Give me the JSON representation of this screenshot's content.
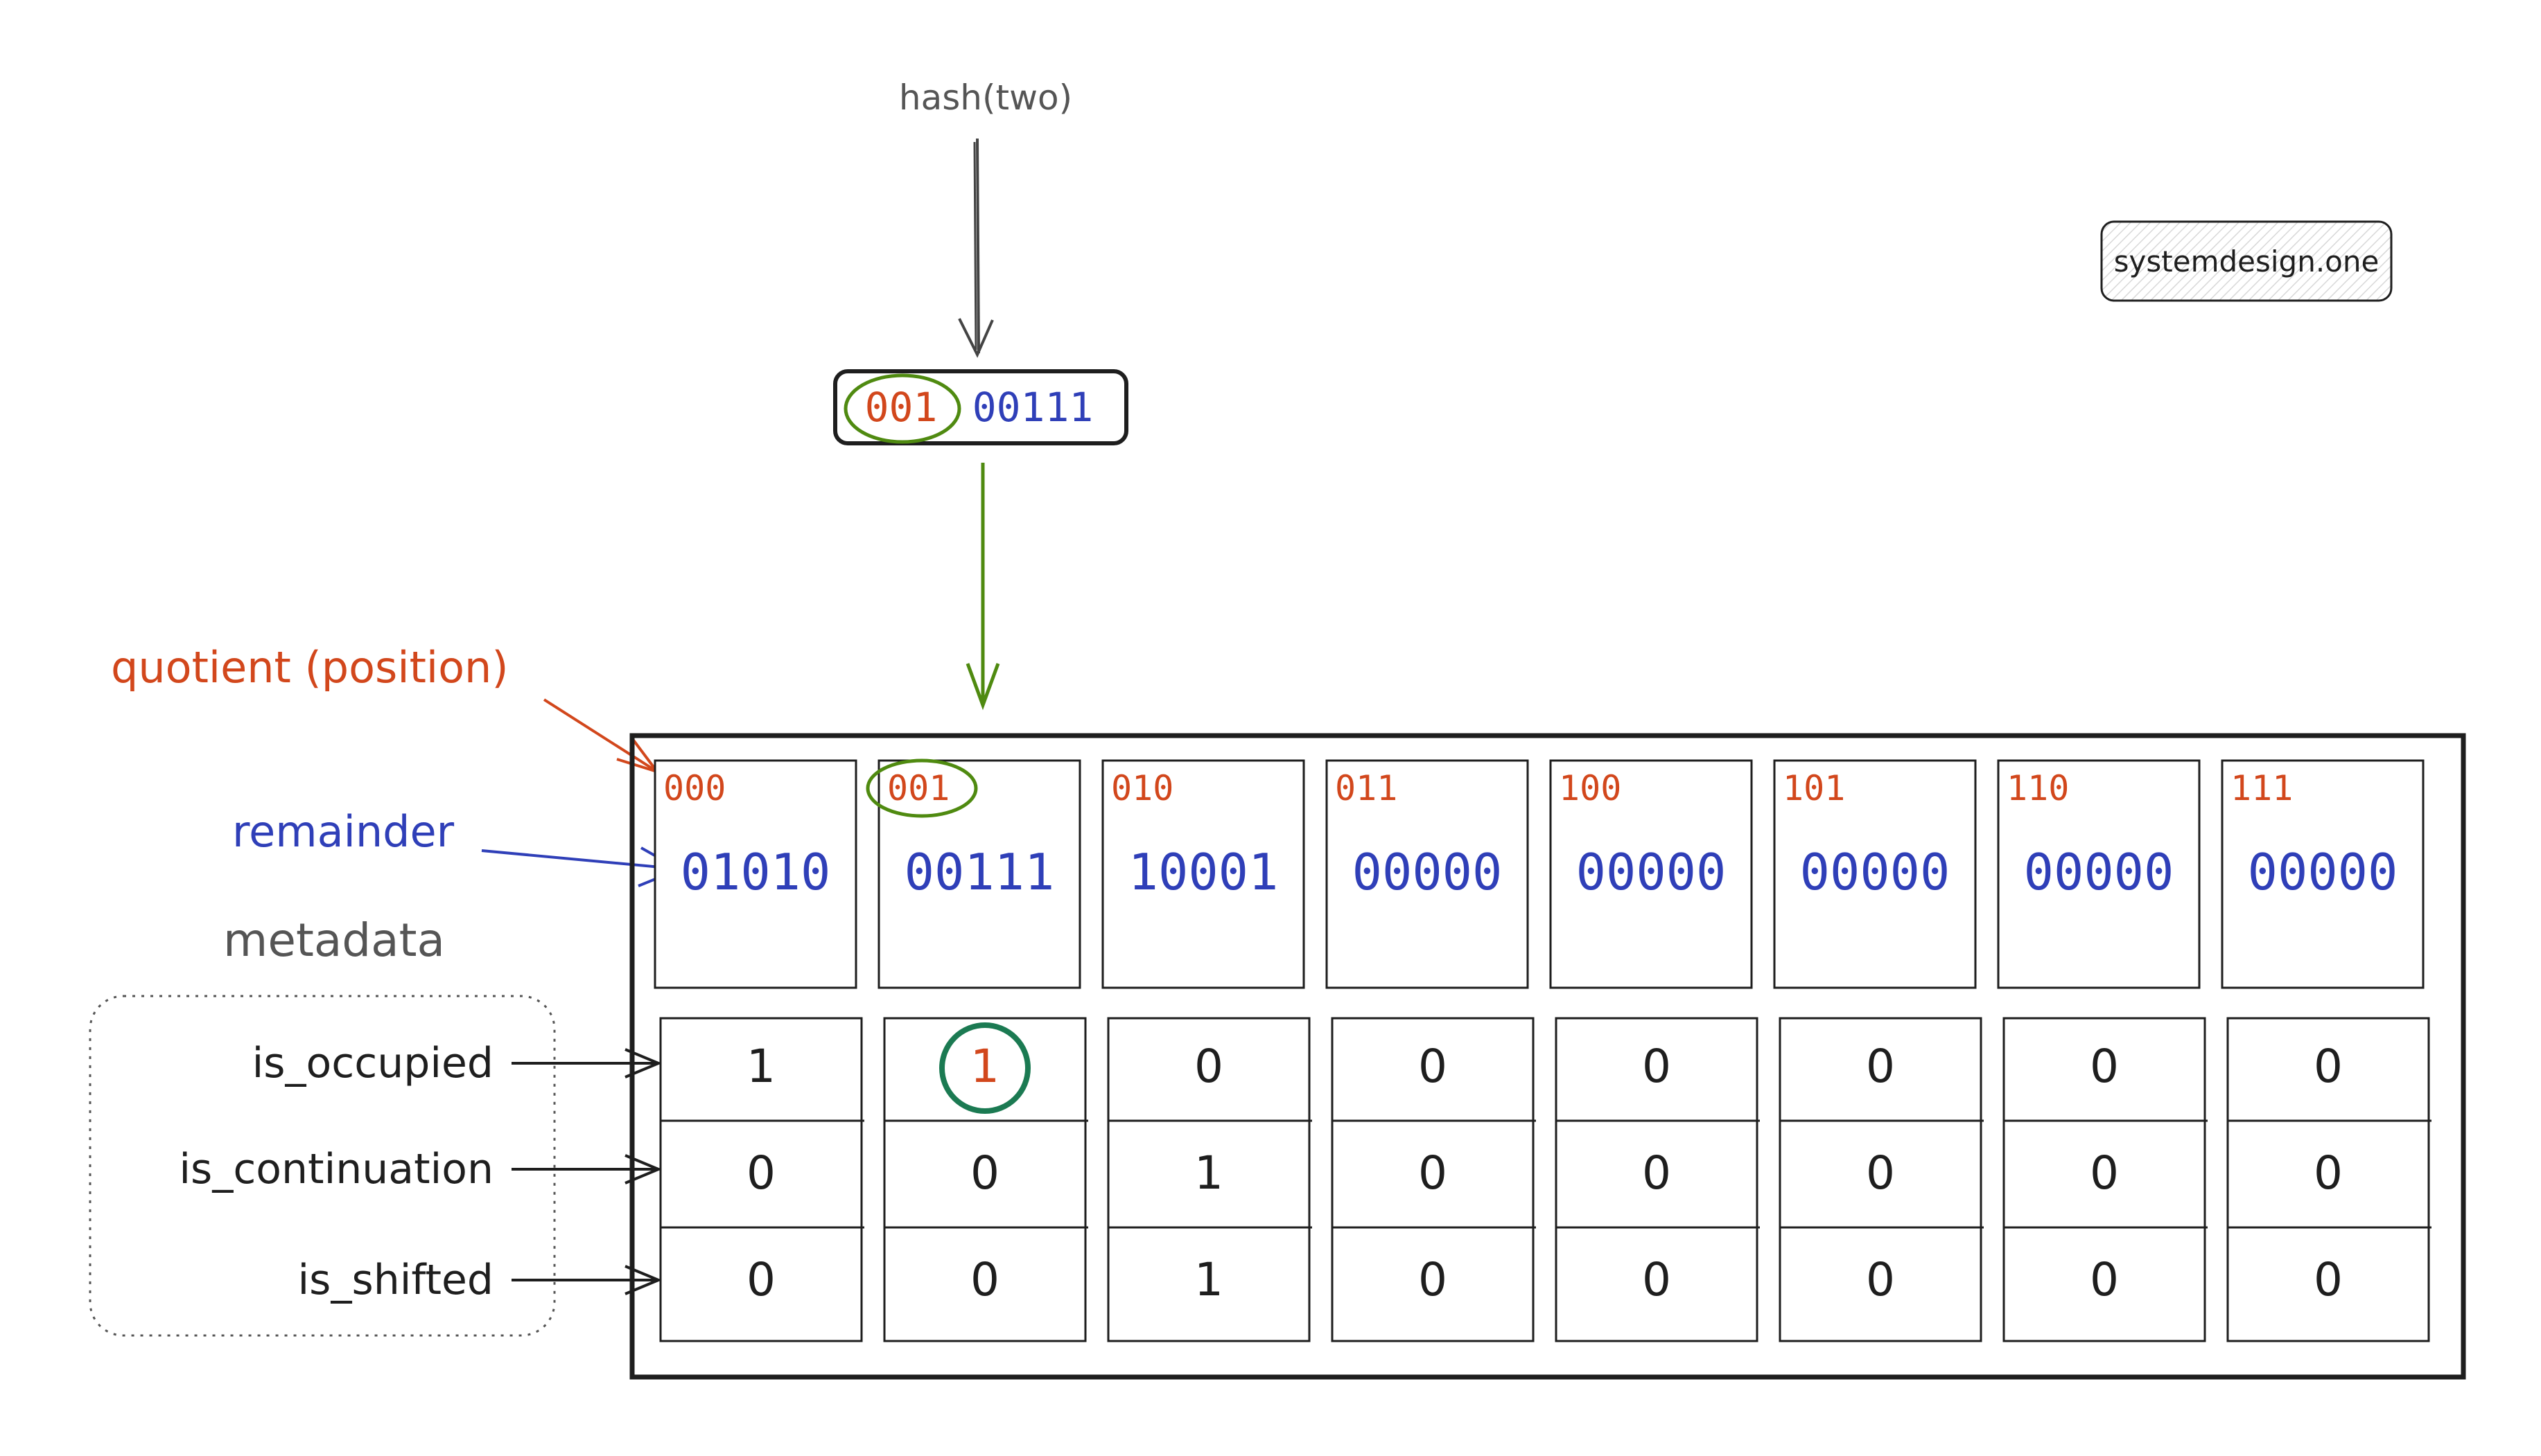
{
  "colors": {
    "orange": "#d2471c",
    "blue": "#2f3fb8",
    "green": "#4f8a10",
    "teal": "#1b7a52",
    "ink": "#1e1e1e",
    "gray": "#555555"
  },
  "hash_label": "hash(two)",
  "hash_value": {
    "quotient": "001",
    "remainder": "00111"
  },
  "watermark": "systemdesign.one",
  "labels": {
    "quotient": "quotient (position)",
    "remainder": "remainder",
    "metadata": "metadata"
  },
  "metadata_fields": [
    "is_occupied",
    "is_continuation",
    "is_shifted"
  ],
  "slots": [
    {
      "quotient": "000",
      "remainder": "01010",
      "is_occupied": "1",
      "is_continuation": "0",
      "is_shifted": "0"
    },
    {
      "quotient": "001",
      "remainder": "00111",
      "is_occupied": "1",
      "is_continuation": "0",
      "is_shifted": "0"
    },
    {
      "quotient": "010",
      "remainder": "10001",
      "is_occupied": "0",
      "is_continuation": "1",
      "is_shifted": "1"
    },
    {
      "quotient": "011",
      "remainder": "00000",
      "is_occupied": "0",
      "is_continuation": "0",
      "is_shifted": "0"
    },
    {
      "quotient": "100",
      "remainder": "00000",
      "is_occupied": "0",
      "is_continuation": "0",
      "is_shifted": "0"
    },
    {
      "quotient": "101",
      "remainder": "00000",
      "is_occupied": "0",
      "is_continuation": "0",
      "is_shifted": "0"
    },
    {
      "quotient": "110",
      "remainder": "00000",
      "is_occupied": "0",
      "is_continuation": "0",
      "is_shifted": "0"
    },
    {
      "quotient": "111",
      "remainder": "00000",
      "is_occupied": "0",
      "is_continuation": "0",
      "is_shifted": "0"
    }
  ],
  "highlighted_slot": 1
}
